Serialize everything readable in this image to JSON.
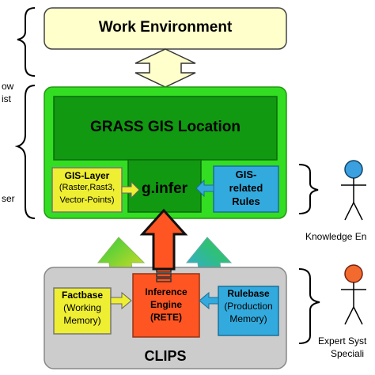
{
  "work_environment": {
    "label": "Work Environment"
  },
  "grass": {
    "location_label": "GRASS GIS Location"
  },
  "ginfer": {
    "label": "g.infer"
  },
  "gis_layer": {
    "title": "GIS-Layer",
    "detail_1": "(Raster,Rast3,",
    "detail_2": "Vector-Points)"
  },
  "gis_rules": {
    "line_1": "GIS-",
    "line_2": "related",
    "line_3": "Rules"
  },
  "clips": {
    "label": "CLIPS",
    "factbase": {
      "title": "Factbase",
      "detail_1": "(Working",
      "detail_2": "Memory)"
    },
    "engine": {
      "line_1": "Inference",
      "line_2": "Engine",
      "line_3": "(RETE)"
    },
    "rulebase": {
      "title": "Rulebase",
      "detail_1": "(Production",
      "detail_2": "Memory)"
    }
  },
  "left_labels": {
    "partial_1": "ow",
    "partial_2": "ist",
    "partial_3": "ser"
  },
  "actors": {
    "knowledge": {
      "label": "Knowledge En",
      "color": "#3aa0e0"
    },
    "expert": {
      "label_1": "Expert Syst",
      "label_2": "Speciali",
      "color": "#f26a2e"
    }
  },
  "colors": {
    "work_env_fill": "#ffffcc",
    "grass_outer": "#33dd22",
    "grass_inner": "#119911",
    "yellow_box": "#eeee33",
    "blue_box": "#33aadd",
    "orange_box": "#ff5522",
    "clips_fill": "#cccccc"
  }
}
